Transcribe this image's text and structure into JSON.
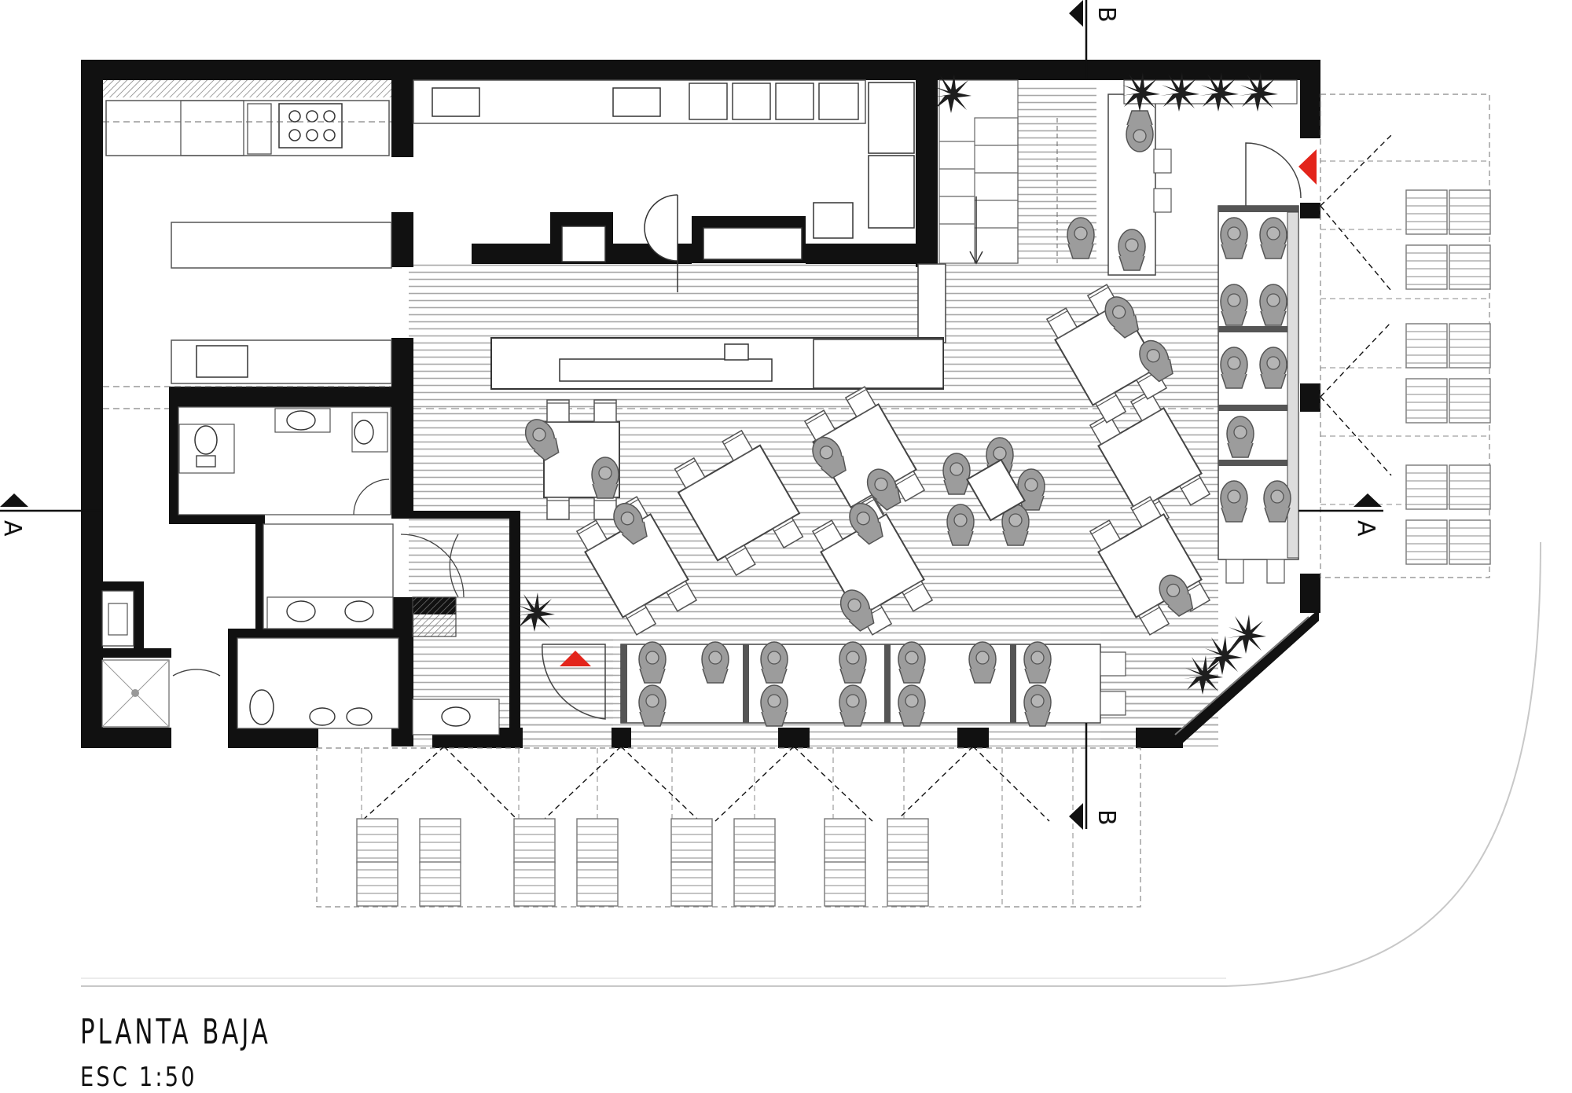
{
  "drawing": {
    "title": "PLANTA BAJA",
    "scale": "ESC 1:50"
  },
  "section_marks": {
    "a_left": "A",
    "a_right": "A",
    "b_top": "B",
    "b_bottom": "B"
  },
  "colors": {
    "wall": "#111111",
    "floor_lines": "#9a9a9a",
    "furniture": "#ffffff",
    "people": "#9c9c9c",
    "entrance_marker": "#e3241b",
    "plants": "#1e1e1e",
    "outline": "#555555"
  },
  "symbols": {
    "entrance": "red-triangle-icon",
    "section_cut": "section-arrow-icon",
    "plant": "palm-plant-icon",
    "person": "seated-person-icon"
  }
}
